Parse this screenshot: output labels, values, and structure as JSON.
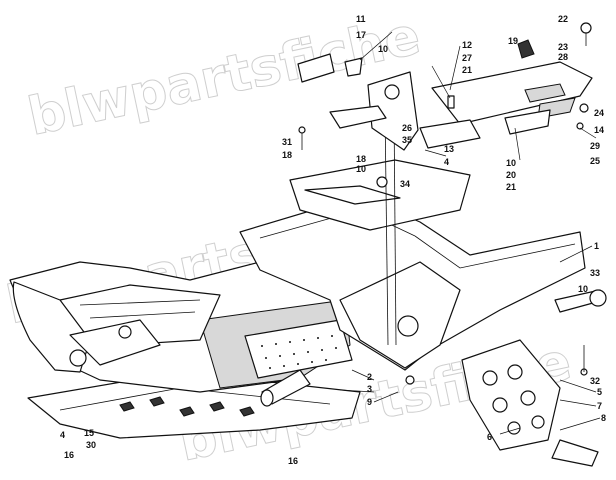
{
  "watermark": {
    "line1": "blwpartsfiche",
    "line2": "blwpartsfiche",
    "line3": "blwpartsfiche"
  },
  "callouts": [
    "1",
    "2",
    "3",
    "4",
    "4",
    "5",
    "6",
    "7",
    "8",
    "9",
    "10",
    "10",
    "10",
    "10",
    "11",
    "12",
    "13",
    "14",
    "15",
    "16",
    "16",
    "17",
    "18",
    "18",
    "19",
    "20",
    "21",
    "21",
    "22",
    "23",
    "24",
    "25",
    "26",
    "27",
    "28",
    "29",
    "30",
    "31",
    "32",
    "33",
    "34",
    "35"
  ]
}
